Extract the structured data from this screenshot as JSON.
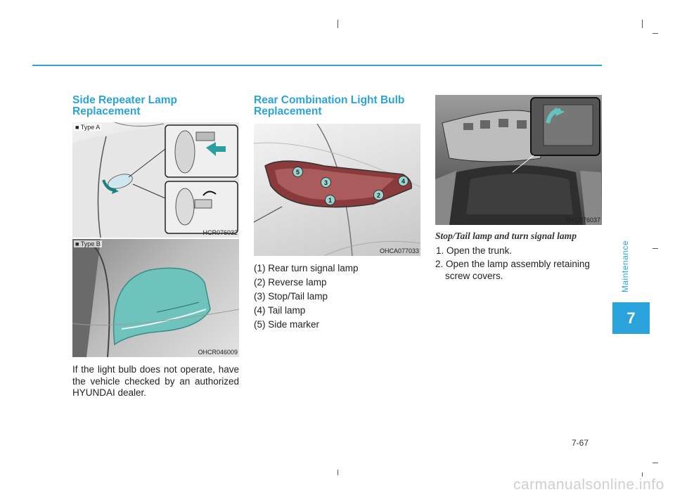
{
  "header_rule_color": "#2aa3dc",
  "left_column": {
    "heading": "Side Repeater Lamp Replacement",
    "figure_a": {
      "type_label": "■ Type A",
      "code": "HCR076032"
    },
    "figure_b": {
      "type_label": "■ Type B",
      "code": "OHCR046009"
    },
    "paragraph": "If the light bulb does not operate, have the vehicle checked by an authorized HYUNDAI dealer."
  },
  "middle_column": {
    "heading": "Rear Combination Light Bulb Replacement",
    "figure": {
      "code": "OHCA077033",
      "badges": [
        "1",
        "2",
        "3",
        "4",
        "5"
      ]
    },
    "legend": [
      "(1) Rear turn signal lamp",
      "(2) Reverse lamp",
      "(3) Stop/Tail lamp",
      "(4) Tail lamp",
      "(5) Side marker"
    ]
  },
  "right_column": {
    "figure": {
      "code": "OYC076037"
    },
    "subheading": "Stop/Tail lamp and turn signal lamp",
    "steps": [
      "1. Open the trunk.",
      "2. Open the lamp assembly retaining screw covers."
    ]
  },
  "side_tab": {
    "label": "Maintenance",
    "chapter": "7"
  },
  "page_number": "7-67",
  "watermark": "carmanualsonline.info",
  "accent_color": "#2aa3dc"
}
